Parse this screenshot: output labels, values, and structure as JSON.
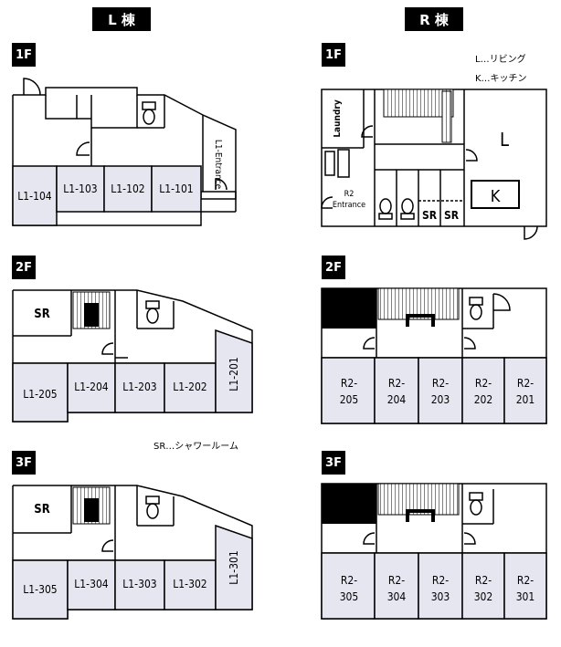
{
  "buildings": {
    "left_title": "L 棟",
    "right_title": "R 棟"
  },
  "floors": {
    "f1": "1F",
    "f2": "2F",
    "f3": "3F"
  },
  "legend": {
    "living": "L…リビング",
    "kitchen": "K…キッチン",
    "shower": "SR…シャワールーム"
  },
  "left": {
    "f1": {
      "rooms": [
        "L1-104",
        "L1-103",
        "L1-102",
        "L1-101"
      ],
      "entrance": "L1-\nEntrance"
    },
    "f2": {
      "sr": "SR",
      "rooms": [
        "L1-205",
        "L1-204",
        "L1-203",
        "L1-202"
      ],
      "tall_room": "L1-201"
    },
    "f3": {
      "sr": "SR",
      "rooms": [
        "L1-305",
        "L1-304",
        "L1-303",
        "L1-302"
      ],
      "tall_room": "L1-301"
    }
  },
  "right": {
    "f1": {
      "laundry": "Laundry",
      "entrance_line1": "R2",
      "entrance_line2": "Entrance",
      "sr1": "SR",
      "sr2": "SR",
      "living": "L",
      "kitchen": "K"
    },
    "f2": {
      "rooms": [
        [
          "R2-",
          "205"
        ],
        [
          "R2-",
          "204"
        ],
        [
          "R2-",
          "203"
        ],
        [
          "R2-",
          "202"
        ],
        [
          "R2-",
          "201"
        ]
      ]
    },
    "f3": {
      "rooms": [
        [
          "R2-",
          "305"
        ],
        [
          "R2-",
          "304"
        ],
        [
          "R2-",
          "303"
        ],
        [
          "R2-",
          "302"
        ],
        [
          "R2-",
          "301"
        ]
      ]
    }
  },
  "colors": {
    "room_fill": "#e6e6f0",
    "wall": "#000000",
    "dark": "#000000"
  }
}
